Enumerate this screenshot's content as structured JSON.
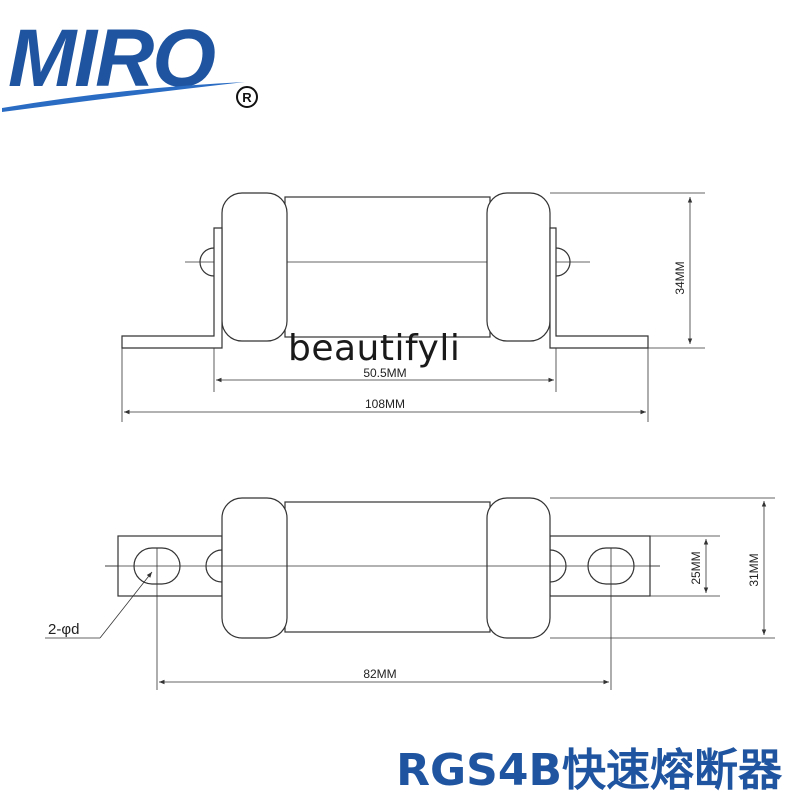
{
  "brand": {
    "logo_text": "MIRO",
    "registered_mark": "®",
    "brand_color": "#1f55a0",
    "swoosh_color": "#2a6cc4"
  },
  "drawing": {
    "line_color": "#333333",
    "side_view": {
      "height_label": "34MM",
      "inner_width_label": "50.5MM",
      "overall_width_label": "108MM"
    },
    "top_view": {
      "hole_label": "2-φd",
      "hole_spacing_label": "82MM",
      "tab_width_label": "25MM",
      "body_height_label": "31MM"
    }
  },
  "watermark": "beautifyli",
  "product_title": "RGS4B快速熔断器"
}
